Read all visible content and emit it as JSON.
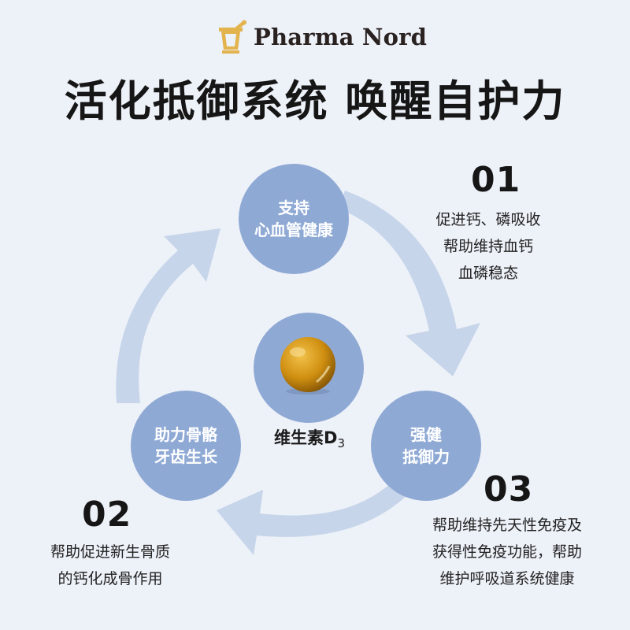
{
  "brand": {
    "name": "Pharma Nord",
    "logo_icon": "mortar-pestle-icon",
    "logo_color": "#e3b34d"
  },
  "headline": "活化抵御系统 唤醒自护力",
  "center": {
    "label_main": "维生素D",
    "label_sub": "3",
    "image": "vitamin-d3-softgel"
  },
  "benefits": [
    {
      "circle_lines": [
        "支持",
        "心血管健康"
      ],
      "number": "01",
      "desc_lines": [
        "促进钙、磷吸收",
        "帮助维持血钙",
        "血磷稳态"
      ]
    },
    {
      "circle_lines": [
        "强健",
        "抵御力"
      ],
      "number": "03",
      "desc_lines": [
        "帮助维持先天性免疫及",
        "获得性免疫功能，帮助",
        "维护呼吸道系统健康"
      ]
    },
    {
      "circle_lines": [
        "助力骨骼",
        "牙齿生长"
      ],
      "number": "02",
      "desc_lines": [
        "帮助促进新生骨质",
        "的钙化成骨作用"
      ]
    }
  ],
  "colors": {
    "background": "#edf1f8",
    "circle": "#8fa9d5",
    "arrow": "#c6d5ea"
  }
}
